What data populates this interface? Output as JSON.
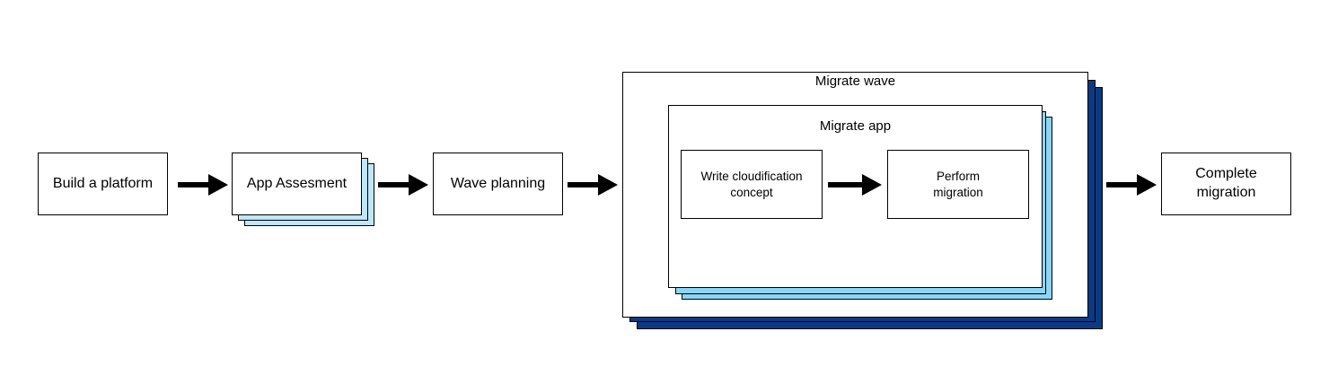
{
  "diagram": {
    "steps": {
      "build_platform": "Build a platform",
      "app_assessment": "App Assesment",
      "wave_planning": "Wave planning",
      "complete_migration": "Complete\nmigration"
    },
    "migrate_wave": {
      "title": "Migrate wave",
      "migrate_app": {
        "title": "Migrate app",
        "write_concept": "Write cloudification\nconcept",
        "perform_migration": "Perform\nmigration"
      }
    },
    "colors": {
      "light_blue": "#bfe6f9",
      "mid_blue": "#8ed4f5",
      "dark_blue": "#0b3a82"
    }
  }
}
